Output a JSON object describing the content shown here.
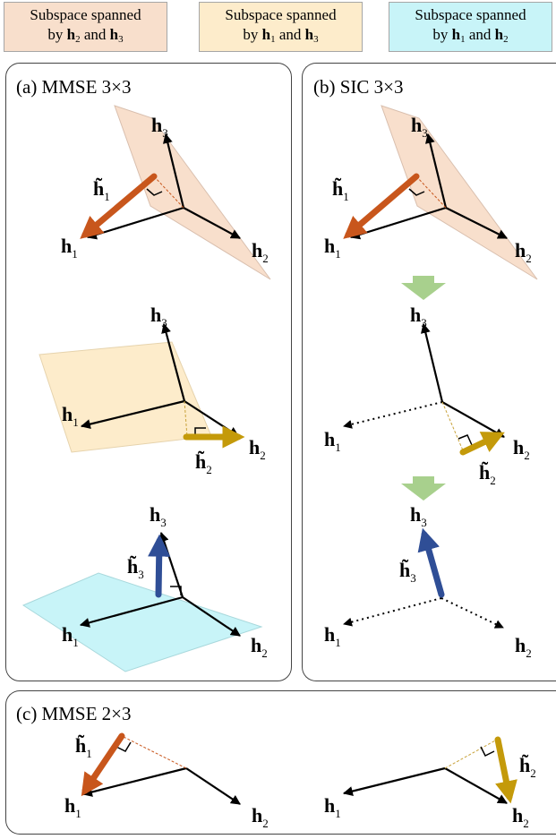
{
  "legend": [
    {
      "line1": "Subspace spanned",
      "prefix": "by ",
      "a": "h",
      "a_sub": "2",
      "mid": " and ",
      "b": "h",
      "b_sub": "3",
      "color": "#f8dfcc"
    },
    {
      "line1": "Subspace spanned",
      "prefix": "by ",
      "a": "h",
      "a_sub": "1",
      "mid": " and ",
      "b": "h",
      "b_sub": "3",
      "color": "#fdeccb"
    },
    {
      "line1": "Subspace spanned",
      "prefix": "by ",
      "a": "h",
      "a_sub": "1",
      "mid": " and ",
      "b": "h",
      "b_sub": "2",
      "color": "#c8f4f8"
    }
  ],
  "panels": {
    "a_title": "(a) MMSE 3×3",
    "b_title": "(b) SIC 3×3",
    "c_title": "(c) MMSE 2×3"
  },
  "vector": {
    "h": "h",
    "htilde": "h̃",
    "sub1": "1",
    "sub2": "2",
    "sub3": "3"
  },
  "colors": {
    "plane_23": "#f8dfcc",
    "plane_13": "#fdeccb",
    "plane_12": "#c8f4f8",
    "h1_tilde": "#c8561c",
    "h2_tilde": "#c49a0a",
    "h3_tilde": "#2f4e96",
    "step_arrow": "#a8d08d",
    "projection": "#c8561c"
  }
}
